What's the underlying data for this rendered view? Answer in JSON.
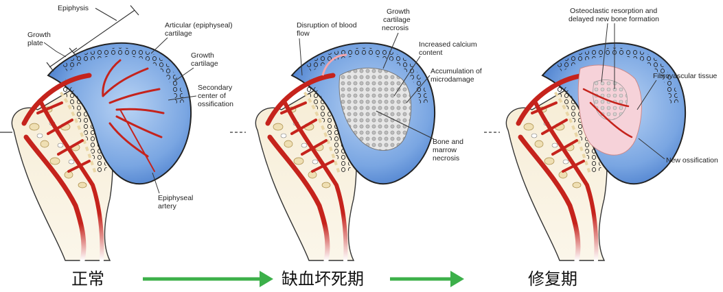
{
  "panels": [
    {
      "id": "normal",
      "stage_label": "正常",
      "labels": {
        "epiphysis": "Epiphysis",
        "growth_plate": [
          "Growth",
          "plate"
        ],
        "articular_cartilage": [
          "Articular (epiphyseal)",
          "cartilage"
        ],
        "growth_cartilage": [
          "Growth",
          "cartilage"
        ],
        "secondary_center": [
          "Secondary",
          "center of",
          "ossification"
        ],
        "epiphyseal_artery": [
          "Epiphyseal",
          "artery"
        ]
      }
    },
    {
      "id": "necrosis",
      "stage_label": "缺血坏死期",
      "labels": {
        "disruption": [
          "Disruption of blood",
          "flow"
        ],
        "cartilage_necrosis": [
          "Growth",
          "cartilage",
          "necrosis"
        ],
        "calcium": [
          "Increased calcium",
          "content"
        ],
        "microdamage": [
          "Accumulation of",
          "microdamage"
        ],
        "bone_marrow_necrosis": [
          "Bone and",
          "marrow",
          "necrosis"
        ]
      }
    },
    {
      "id": "repair",
      "stage_label": "修复期",
      "labels": {
        "resorption": [
          "Osteoclastic resorption and",
          "delayed new bone formation"
        ],
        "fibrovascular": "Fibrovascular tissue",
        "new_ossification": "New ossification"
      }
    }
  ],
  "colors": {
    "epiphysis_blue": "#5f93d8",
    "cartilage_light_blue": "#a9c6ee",
    "bone_cream": "#f4e7c8",
    "vessel_red": "#c5231c",
    "necrosis_gray": "#cfcfcf",
    "fibro_pink": "#f3bcc7",
    "arrow_green": "#3cb04a"
  },
  "icons": [
    "arrow-right-icon",
    "arrow-right-icon"
  ]
}
